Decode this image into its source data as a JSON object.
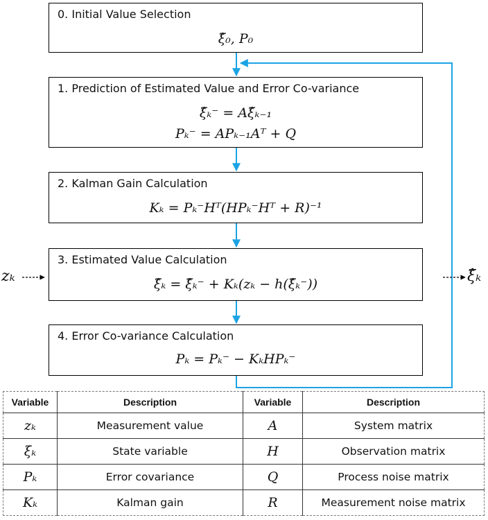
{
  "steps": [
    {
      "title": "0. Initial Value Selection",
      "equations": [
        "ξ̂₀, P₀"
      ]
    },
    {
      "title": "1. Prediction of Estimated Value and Error Co-variance",
      "equations": [
        "ξ̂ₖ⁻ = Aξ̂ₖ₋₁",
        "Pₖ⁻ = APₖ₋₁Aᵀ + Q"
      ]
    },
    {
      "title": "2. Kalman Gain Calculation",
      "equations": [
        "Kₖ = Pₖ⁻Hᵀ(HPₖ⁻Hᵀ + R)⁻¹"
      ]
    },
    {
      "title": "3. Estimated Value Calculation",
      "equations": [
        "ξ̂ₖ = ξ̂ₖ⁻ + Kₖ(zₖ − h(ξ̂ₖ⁻))"
      ]
    },
    {
      "title": "4. Error Co-variance Calculation",
      "equations": [
        "Pₖ = Pₖ⁻ − KₖHPₖ⁻"
      ]
    }
  ],
  "input_label": "zₖ",
  "output_label": "ξ̂ₖ",
  "flow_color": "#1ba3e3",
  "table": {
    "headers": [
      "Variable",
      "Description",
      "Variable",
      "Description"
    ],
    "rows": [
      [
        "zₖ",
        "Measurement value",
        "A",
        "System matrix"
      ],
      [
        "ξₖ",
        "State variable",
        "H",
        "Observation matrix"
      ],
      [
        "Pₖ",
        "Error covariance",
        "Q",
        "Process noise matrix"
      ],
      [
        "Kₖ",
        "Kalman gain",
        "R",
        "Measurement noise matrix"
      ]
    ]
  }
}
